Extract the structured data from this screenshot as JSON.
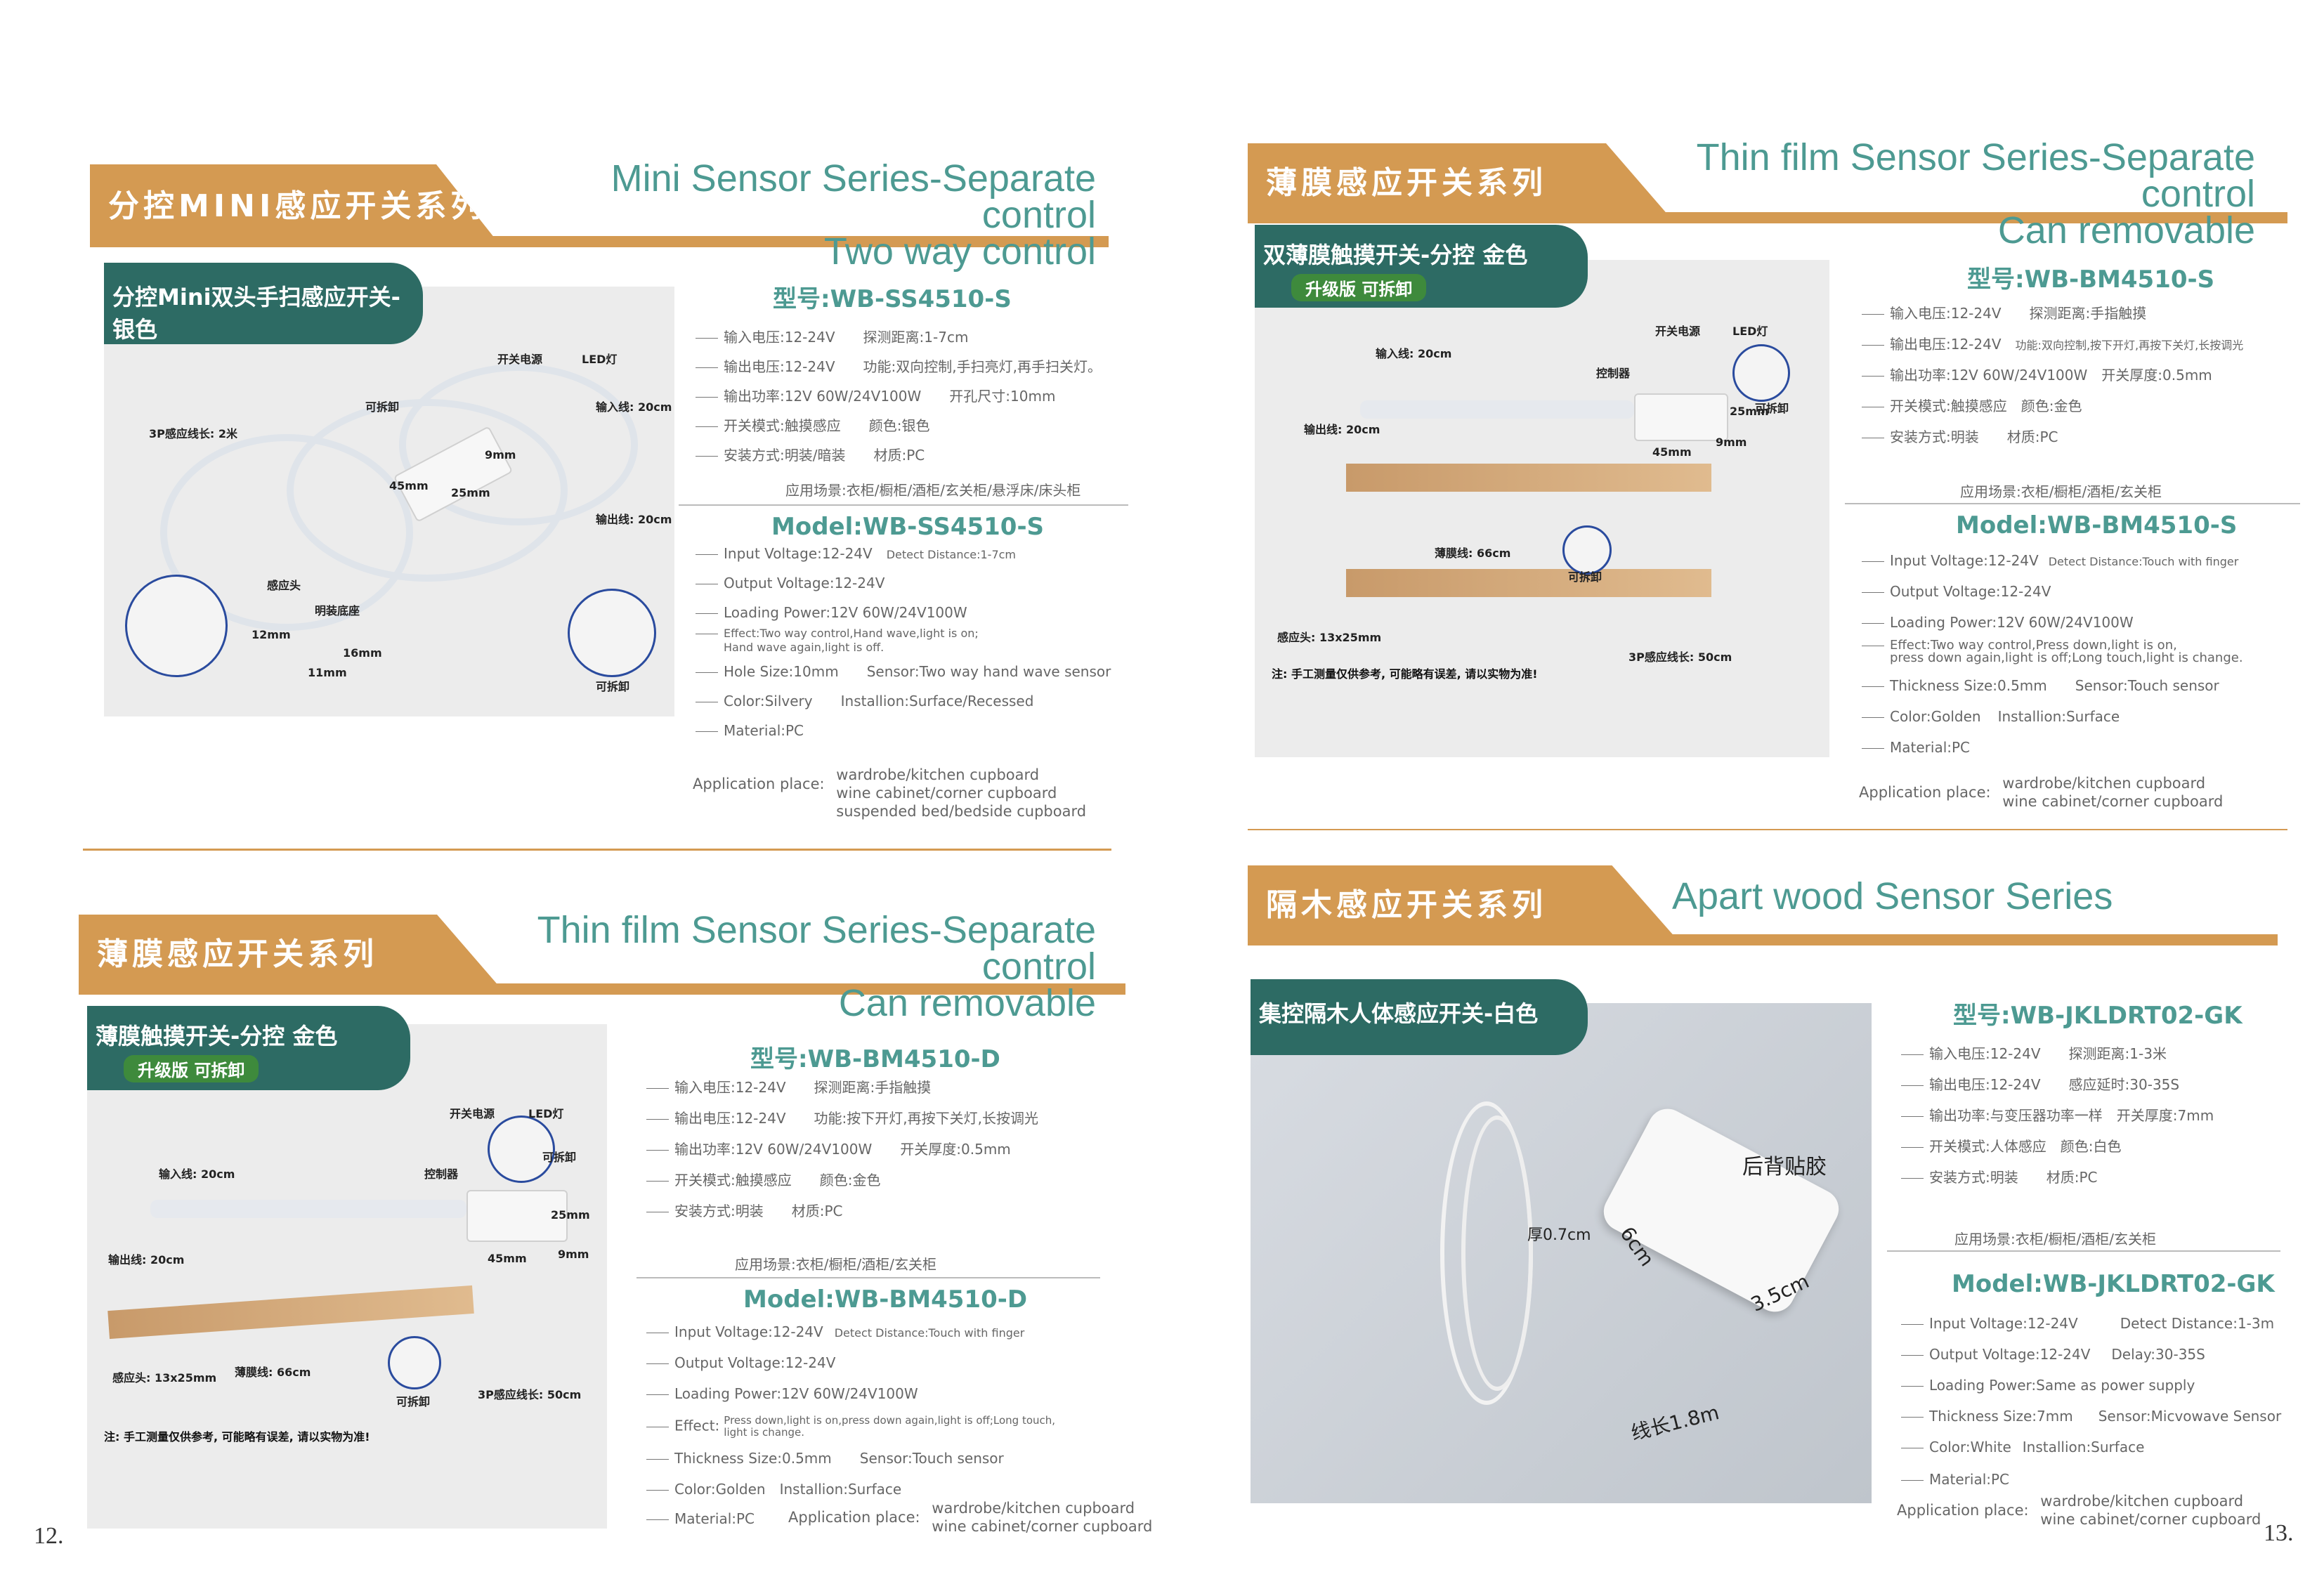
{
  "pages": {
    "left": "12.",
    "right": "13."
  },
  "sec1": {
    "cn_tag": "分控MINI感应开关系列",
    "en_title_1": "Mini Sensor Series-Separate control",
    "en_title_2": "Two way control",
    "product_tag": "分控Mini双头手扫感应开关-银色",
    "photo_labels": {
      "len3p": "3P感应线长: 2米",
      "detach": "可拆卸",
      "in_line": "输入线: 20cm",
      "out_line": "输出线: 20cm",
      "sensor_head": "感应头",
      "mount": "明装底座",
      "dims": "45mm",
      "d9": "9mm",
      "d25": "25mm",
      "d12": "12mm",
      "d11": "11mm",
      "d16": "16mm",
      "power": "开关电源",
      "led": "LED灯"
    },
    "model_cn": "型号:WB-SS4510-S",
    "specs_cn": [
      [
        "输入电压:12-24V",
        "探测距离:1-7cm"
      ],
      [
        "输出电压:12-24V",
        "功能:双向控制,手扫亮灯,再手扫关灯。"
      ],
      [
        "输出功率:12V 60W/24V100W",
        "开孔尺寸:10mm"
      ],
      [
        "开关模式:触摸感应",
        "颜色:银色"
      ],
      [
        "安装方式:明装/暗装",
        "材质:PC"
      ]
    ],
    "app_cn": "应用场景:衣柜/橱柜/酒柜/玄关柜/悬浮床/床头柜",
    "model_en": "Model:WB-SS4510-S",
    "specs_en": [
      [
        "Input Voltage:12-24V",
        "Detect Distance:1-7cm"
      ],
      [
        "Output Voltage:12-24V",
        ""
      ],
      [
        "Loading Power:12V 60W/24V100W",
        ""
      ],
      [
        "Effect:Two way control,Hand wave,light is on;",
        "Hand wave again,light is off."
      ],
      [
        "Hole Size:10mm",
        "Sensor:Two way hand wave sensor"
      ],
      [
        "Color:Silvery",
        "Installion:Surface/Recessed"
      ],
      [
        "Material:PC",
        ""
      ]
    ],
    "app_label": "Application place:",
    "app_en": [
      "wardrobe/kitchen cupboard",
      "wine cabinet/corner cupboard",
      "suspended bed/bedside cupboard"
    ]
  },
  "sec2": {
    "cn_tag": "薄膜感应开关系列",
    "en_title_1": "Thin film Sensor Series-Separate control",
    "en_title_2": "Can removable",
    "product_tag": "双薄膜触摸开关-分控 金色",
    "product_sub": "升级版 可拆卸",
    "photo_labels": {
      "in_line": "输入线: 20cm",
      "out_line": "输出线: 20cm",
      "controller": "控制器",
      "detach": "可拆卸",
      "detach2": "可拆卸",
      "film": "薄膜线: 66cm",
      "sensor_head": "感应头: 13x25mm",
      "len3p": "3P感应线长: 50cm",
      "dims": "45mm",
      "d25": "25mm",
      "d9": "9mm",
      "power": "开关电源",
      "led": "LED灯"
    },
    "disclaimer": "注: 手工测量仅供参考, 可能略有误差, 请以实物为准!",
    "model_cn": "型号:WB-BM4510-S",
    "specs_cn": [
      [
        "输入电压:12-24V",
        "探测距离:手指触摸"
      ],
      [
        "输出电压:12-24V",
        "功能:双向控制,按下开灯,再按下关灯,长按调光"
      ],
      [
        "输出功率:12V 60W/24V100W",
        "开关厚度:0.5mm"
      ],
      [
        "开关模式:触摸感应",
        "颜色:金色"
      ],
      [
        "安装方式:明装",
        "材质:PC"
      ]
    ],
    "app_cn": "应用场景:衣柜/橱柜/酒柜/玄关柜",
    "model_en": "Model:WB-BM4510-S",
    "specs_en": [
      [
        "Input Voltage:12-24V",
        "Detect Distance:Touch with finger"
      ],
      [
        "Output Voltage:12-24V",
        ""
      ],
      [
        "Loading Power:12V 60W/24V100W",
        ""
      ],
      [
        "Effect:Two way control,Press down,light is on,",
        "press down again,light is off;Long touch,light is change."
      ],
      [
        "Thickness Size:0.5mm",
        "Sensor:Touch sensor"
      ],
      [
        "Color:Golden",
        "Installion:Surface"
      ],
      [
        "Material:PC",
        ""
      ]
    ],
    "app_label": "Application place:",
    "app_en": [
      "wardrobe/kitchen cupboard",
      "wine cabinet/corner cupboard"
    ]
  },
  "sec3": {
    "cn_tag": "薄膜感应开关系列",
    "en_title_1": "Thin film Sensor Series-Separate control",
    "en_title_2": "Can removable",
    "product_tag": "薄膜触摸开关-分控 金色",
    "product_sub": "升级版 可拆卸",
    "photo_labels": {
      "in_line": "输入线: 20cm",
      "out_line": "输出线: 20cm",
      "controller": "控制器",
      "detach": "可拆卸",
      "detach2": "可拆卸",
      "film": "薄膜线: 66cm",
      "sensor_head": "感应头: 13x25mm",
      "len3p": "3P感应线长: 50cm",
      "dims": "45mm",
      "d25": "25mm",
      "d9": "9mm",
      "power": "开关电源",
      "led": "LED灯"
    },
    "disclaimer": "注: 手工测量仅供参考, 可能略有误差, 请以实物为准!",
    "model_cn": "型号:WB-BM4510-D",
    "specs_cn": [
      [
        "输入电压:12-24V",
        "探测距离:手指触摸"
      ],
      [
        "输出电压:12-24V",
        "功能:按下开灯,再按下关灯,长按调光"
      ],
      [
        "输出功率:12V 60W/24V100W",
        "开关厚度:0.5mm"
      ],
      [
        "开关模式:触摸感应",
        "颜色:金色"
      ],
      [
        "安装方式:明装",
        "材质:PC"
      ]
    ],
    "app_cn": "应用场景:衣柜/橱柜/酒柜/玄关柜",
    "model_en": "Model:WB-BM4510-D",
    "specs_en": [
      [
        "Input Voltage:12-24V",
        "Detect Distance:Touch with finger"
      ],
      [
        "Output Voltage:12-24V",
        ""
      ],
      [
        "Loading Power:12V 60W/24V100W",
        ""
      ],
      [
        "Effect:",
        "Press down,light is on,press down again,light is off;Long touch,",
        "light is change."
      ],
      [
        "Thickness Size:0.5mm",
        "Sensor:Touch sensor"
      ],
      [
        "Color:Golden",
        "Installion:Surface"
      ],
      [
        "Material:PC",
        ""
      ]
    ],
    "app_label": "Application place:",
    "app_en": [
      "wardrobe/kitchen cupboard",
      "wine cabinet/corner cupboard"
    ]
  },
  "sec4": {
    "cn_tag": "隔木感应开关系列",
    "en_title_1": "Apart wood Sensor Series",
    "product_tag": "集控隔木人体感应开关-白色",
    "photo_labels": {
      "thick": "厚0.7cm",
      "back": "后背贴胶",
      "w6": "6cm",
      "w35": "3.5cm",
      "len": "线长1.8m"
    },
    "model_cn": "型号:WB-JKLDRT02-GK",
    "specs_cn": [
      [
        "输入电压:12-24V",
        "探测距离:1-3米"
      ],
      [
        "输出电压:12-24V",
        "感应延时:30-35S"
      ],
      [
        "输出功率:与变压器功率一样",
        "开关厚度:7mm"
      ],
      [
        "开关模式:人体感应",
        "颜色:白色"
      ],
      [
        "安装方式:明装",
        "材质:PC"
      ]
    ],
    "app_cn": "应用场景:衣柜/橱柜/酒柜/玄关柜",
    "model_en": "Model:WB-JKLDRT02-GK",
    "specs_en": [
      [
        "Input Voltage:12-24V",
        "Detect Distance:1-3m"
      ],
      [
        "Output Voltage:12-24V",
        "Delay:30-35S"
      ],
      [
        "Loading Power:Same as power supply",
        ""
      ],
      [
        "Thickness Size:7mm",
        "Sensor:Micvowave Sensor"
      ],
      [
        "Color:White",
        "Installion:Surface"
      ],
      [
        "Material:PC",
        ""
      ]
    ],
    "app_label": "Application place:",
    "app_en": [
      "wardrobe/kitchen cupboard",
      "wine cabinet/corner cupboard"
    ]
  },
  "colors": {
    "accent": "#d49a52",
    "teal": "#4d9a92",
    "dark_green": "#2d6b64"
  }
}
